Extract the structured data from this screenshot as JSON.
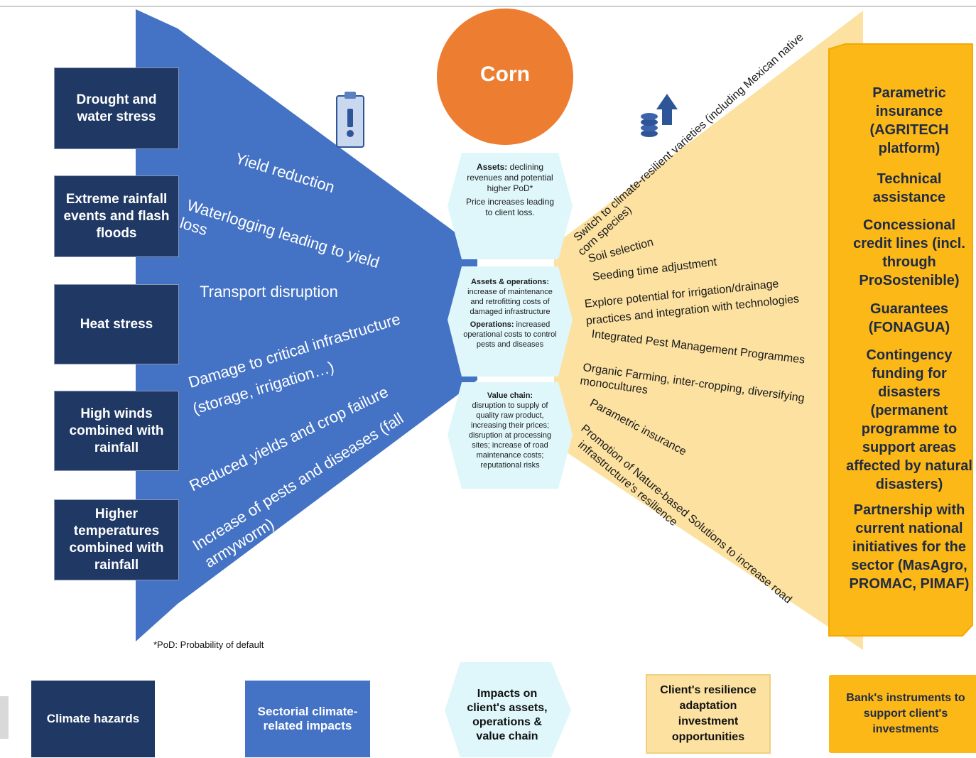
{
  "colors": {
    "navy": "#1f3864",
    "blue": "#4472c4",
    "corn": "#ed7d31",
    "cyan": "#dff7fb",
    "sand": "#fce1a0",
    "gold": "#fbb817"
  },
  "icons": [
    "clipboard-alert-icon",
    "coins-arrow-up-icon"
  ],
  "corn_label": "Corn",
  "hazards": [
    "Drought and water stress",
    "Extreme rainfall events and flash floods",
    "Heat stress",
    "High winds combined with rainfall",
    "Higher temperatures combined with rainfall"
  ],
  "impacts": [
    "Yield reduction",
    "Waterlogging leading to yield",
    "loss",
    "Transport disruption",
    "Damage to critical infrastructure",
    "(storage, irrigation…)",
    "Reduced yields and crop failure",
    "Increase of pests and diseases (fall",
    "armyworm)"
  ],
  "client_impacts": {
    "assets_heading": "Assets:",
    "assets_text": "declining revenues and potential higher PoD*",
    "assets_text2": "Price increases leading to client loss.",
    "ops_heading": "Assets & operations:",
    "ops_text": "increase of maintenance and retrofitting costs of damaged infrastructure",
    "ops_heading2": "Operations:",
    "ops_text2": "increased operational costs to control pests and diseases",
    "value_heading": "Value chain:",
    "value_text": "disruption to supply of quality raw product, increasing their prices; disruption at processing sites; increase of road maintenance costs; reputational risks"
  },
  "adaptations": [
    "Switch to climate-resilient varieties (including Mexican native",
    "corn species)",
    "Soil selection",
    "Seeding time adjustment",
    "Explore potential for irrigation/drainage",
    "practices and integration with technologies",
    "Integrated Pest Management Programmes",
    "Organic Farming, inter-cropping, diversifying",
    "monocultures",
    "Parametric insurance",
    "Promotion of Nature-based Solutions to increase road",
    "infrastructure's resilience"
  ],
  "bank_instruments": [
    "Parametric insurance (AGRITECH platform)",
    "Technical assistance",
    "Concessional credit lines (incl. through ProSostenible)",
    "Guarantees (FONAGUA)",
    "Contingency funding for disasters (permanent programme to support areas affected by natural disasters)",
    "Partnership with current national initiatives for the sector (MasAgro, PROMAC, PIMAF)"
  ],
  "footnote": "*PoD: Probability of default",
  "legend": {
    "hazards": "Climate hazards",
    "impacts": "Sectorial climate-related impacts",
    "client": "Impacts on client's assets, operations & value chain",
    "resilience_1": "Client's resilience adaptation",
    "resilience_2": "investment opportunities",
    "bank": "Bank's instruments to support client's investments"
  }
}
